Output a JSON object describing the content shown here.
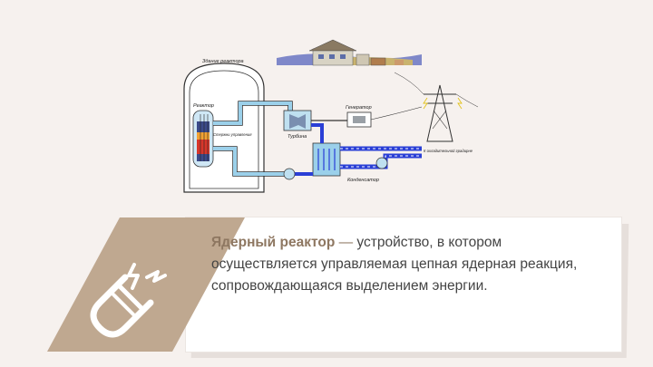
{
  "diagram": {
    "labels": {
      "building": "Здание реактора",
      "reactor": "Реактор",
      "rods": "Стержни управления",
      "turbine": "Турбина",
      "generator": "Генератор",
      "condenser": "Конденсатор",
      "cooling": "К охладительной градирне"
    }
  },
  "definition": {
    "term": "Ядерный реактор",
    "dash": "—",
    "text": "устройство, в котором осуществляется управляемая цепная ядерная реакция, сопровождающаяся выделением энергии."
  },
  "icon": {
    "name": "magnet-lightning-icon"
  },
  "colors": {
    "background": "#f6f1ee",
    "accent_tile": "#bfa890",
    "term_color": "#8e7761",
    "body_text": "#444444",
    "water_blue": "#2a3fd6",
    "loop_light_blue": "#9bd0ea"
  }
}
